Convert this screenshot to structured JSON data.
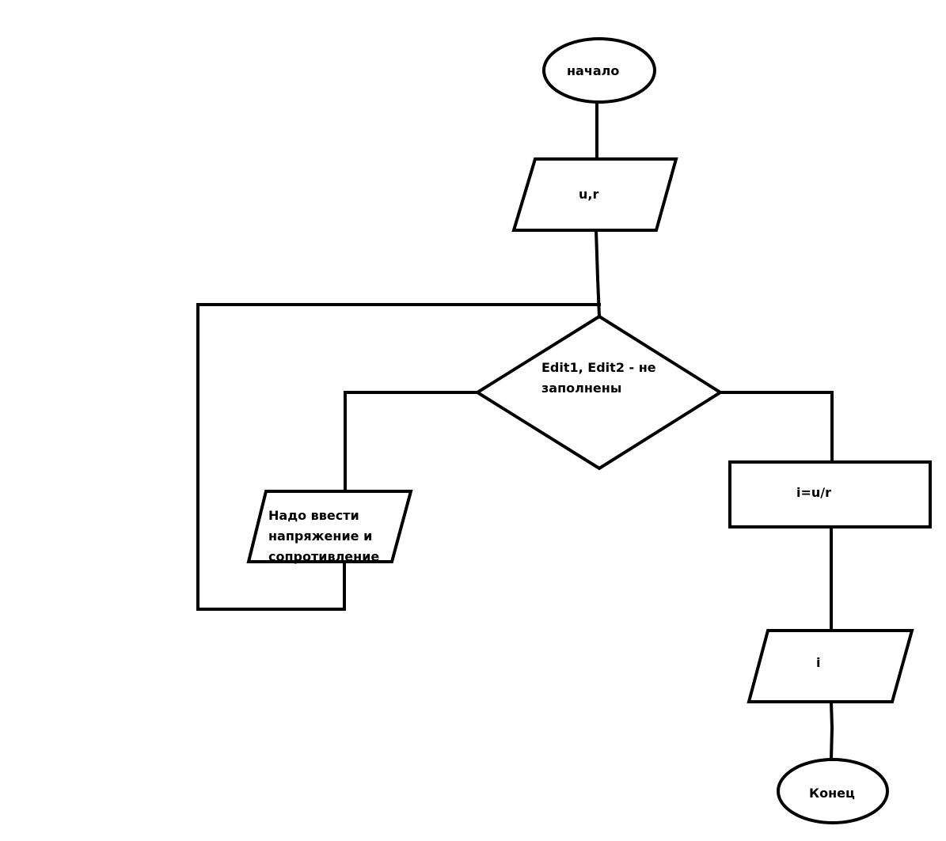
{
  "nodes": {
    "start": "начало",
    "input": "u,r",
    "condition_line1": "Edit1, Edit2 - не",
    "condition_line2": "заполнены",
    "message_line1": "Надо ввести",
    "message_line2": "напряжение и",
    "message_line3": "сопротивление",
    "process": "i=u/r",
    "output": "i",
    "end": "Конец"
  }
}
